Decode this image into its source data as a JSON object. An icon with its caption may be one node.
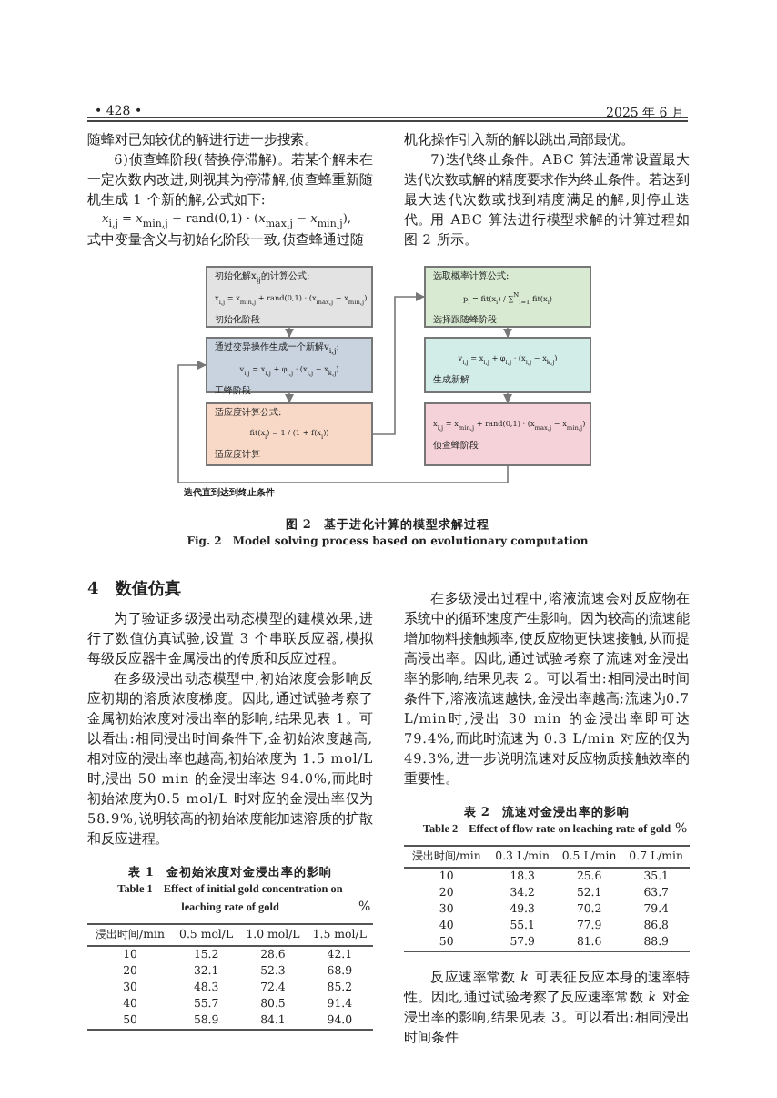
{
  "diagram": {
    "caption": "图 2　基于进化计算的模型求解过程",
    "nodes": [
      {
        "text": [
          "初始化解x$_{ij}$的计算公式:",
          "x$_{i,j}$ = x$_{min,j}$ + rand(0,1) · (x$_{max,j}$ − x$_{min,j}$)",
          "初始化阶段"
        ]
      },
      {
        "text": [
          "通过变异操作生成一个新解v$_{i,j}$:",
          "v$_{i,j}$ = x$_{i,j}$ + φ$_{i,j}$ · (x$_{i,j}$ − x$_{k,j}$)",
          "工蜂阶段"
        ]
      },
      {
        "text": [
          "适应度计算公式:",
          "fit(x$_{i}$) = 1 / (1 + f(x$_{i}$))",
          "适应度计算"
        ]
      },
      {
        "text": [
          "选取概率计算公式:",
          "p$_{i}$ = fit(x$_{i}$) / ∑$^{N}$$_{i=1}$ fit(x$_{i}$)",
          "选择跟随蜂阶段"
        ]
      },
      {
        "text": [
          "v$_{i,j}$ = x$_{i,j}$ + φ$_{i,j}$ · (x$_{i,j}$ − x$_{k,j}$)",
          "生成新解"
        ]
      },
      {
        "text": [
          "x$_{i,j}$ = x$_{min,j}$ + rand(0,1) · (x$_{max,j}$ − x$_{min,j}$)",
          "侦查蜂阶段"
        ]
      }
    ],
    "edges": [
      {
        "from": 0,
        "to": 1,
        "arrow": "to"
      },
      {
        "from": 1,
        "to": 2,
        "arrow": "to"
      },
      {
        "from": 2,
        "to": 3,
        "arrow": "to"
      },
      {
        "from": 3,
        "to": 4,
        "arrow": "to"
      },
      {
        "from": 4,
        "to": 5,
        "arrow": "to"
      },
      {
        "from": 5,
        "to": 1,
        "arrow": "to",
        "label": "迭代直到达到终止条件"
      }
    ],
    "labels": [
      "• 428 •",
      "2025 年 6 月",
      "随蜂对已知较优的解进行进一步搜索。",
      "6)侦查蜂阶段(替换停滞解)。若某个解未在一定次数内改进,则视其为停滞解,侦查蜂重新随机生成 1 个新的解,公式如下:",
      "*x*$_{i,j}$ = *x*$_{min,j}$ + rand(0,1) · (*x*$_{max,j}$ − *x*$_{min,j}$),",
      "式中变量含义与初始化阶段一致,侦查蜂通过随",
      "机化操作引入新的解以跳出局部最优。",
      "7)迭代终止条件。ABC 算法通常设置最大迭代次数或解的精度要求作为终止条件。若达到最大迭代次数或找到精度满足的解,则停止迭代。",
      "用 ABC 算法进行模型求解的计算过程如图 2 所示。",
      "Fig. 2　Model solving process based on evolutionary computation",
      "4　数值仿真",
      "为了验证多级浸出动态模型的建模效果,进行了数值仿真试验,设置 3 个串联反应器,模拟每级反应器中金属浸出的传质和反应过程。",
      "在多级浸出动态模型中,初始浓度会影响反应初期的溶质浓度梯度。因此,通过试验考察了金属初始浓度对浸出率的影响,结果见表 1。可以看出:相同浸出时间条件下,金初始浓度越高,相对应的浸出率也越高,初始浓度为 1.5 mol/L 时,浸出 50 min 的金浸出率达 94.0%,而此时初始浓度为0.5 mol/L 时对应的金浸出率仅为58.9%,说明较高的初始浓度能加速溶质的扩散和反应进程。",
      "表 1　金初始浓度对金浸出率的影响",
      "Table 1　Effect of initial gold concentration on leaching rate of gold",
      "%",
      "浸出时间/min",
      "0.5 mol/L",
      "1.0 mol/L",
      "1.5 mol/L",
      "10",
      "15.2",
      "28.6",
      "42.1",
      "20",
      "32.1",
      "52.3",
      "68.9",
      "30",
      "48.3",
      "72.4",
      "85.2",
      "40",
      "55.7",
      "80.5",
      "91.4",
      "50",
      "58.9",
      "84.1",
      "94.0",
      "在多级浸出过程中,溶液流速会对反应物在系统中的循环速度产生影响。因为较高的流速能增加物料接触频率,使反应物更快速接触,从而提高浸出率。因此,通过试验考察了流速对金浸出率的影响,结果见表 2。可以看出:相同浸出时间条件下,溶液流速越快,金浸出率越高;流速为0.7 L/min时,浸出 30 min 的金浸出率即可达 79.4%,而此时流速为 0.3 L/min 对应的仅为 49.3%,进一步说明流速对反应物质接触效率的重要性。",
      "表 2　流速对金浸出率的影响",
      "Table 2　Effect of flow rate on leaching rate of gold",
      "%",
      "浸出时间/min",
      "0.3 L/min",
      "0.5 L/min",
      "0.7 L/min",
      "10",
      "18.3",
      "25.6",
      "35.1",
      "20",
      "34.2",
      "52.1",
      "63.7",
      "30",
      "49.3",
      "70.2",
      "79.4",
      "40",
      "55.1",
      "77.9",
      "86.8",
      "50",
      "57.9",
      "81.6",
      "88.9",
      "反应速率常数 *k* 可表征反应本身的速率特性。因此,通过试验考察了反应速率常数 *k* 对金浸出率的影响,结果见表 3。可以看出:相同浸出时间条件"
    ]
  }
}
